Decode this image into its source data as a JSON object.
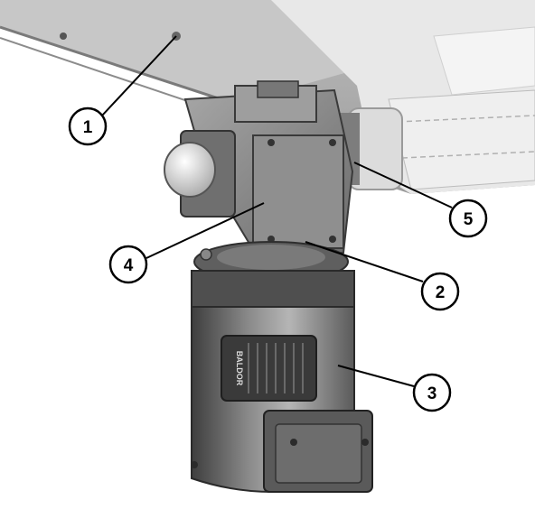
{
  "figure": {
    "callouts": [
      {
        "label": "1",
        "part": "mounting bolt"
      },
      {
        "label": "2",
        "part": "gearbox output flange"
      },
      {
        "label": "3",
        "part": "drive motor"
      },
      {
        "label": "4",
        "part": "gearbox"
      },
      {
        "label": "5",
        "part": "conveyor drive shaft housing"
      }
    ],
    "motor_brand": "BALDOR",
    "colors": {
      "background": "#ffffff",
      "conveyor_frame": "#cfcfcf",
      "belt": "#ececec",
      "gearbox": "#8a8a8a",
      "motor": "#6e6e6e",
      "outline": "#000000"
    }
  }
}
